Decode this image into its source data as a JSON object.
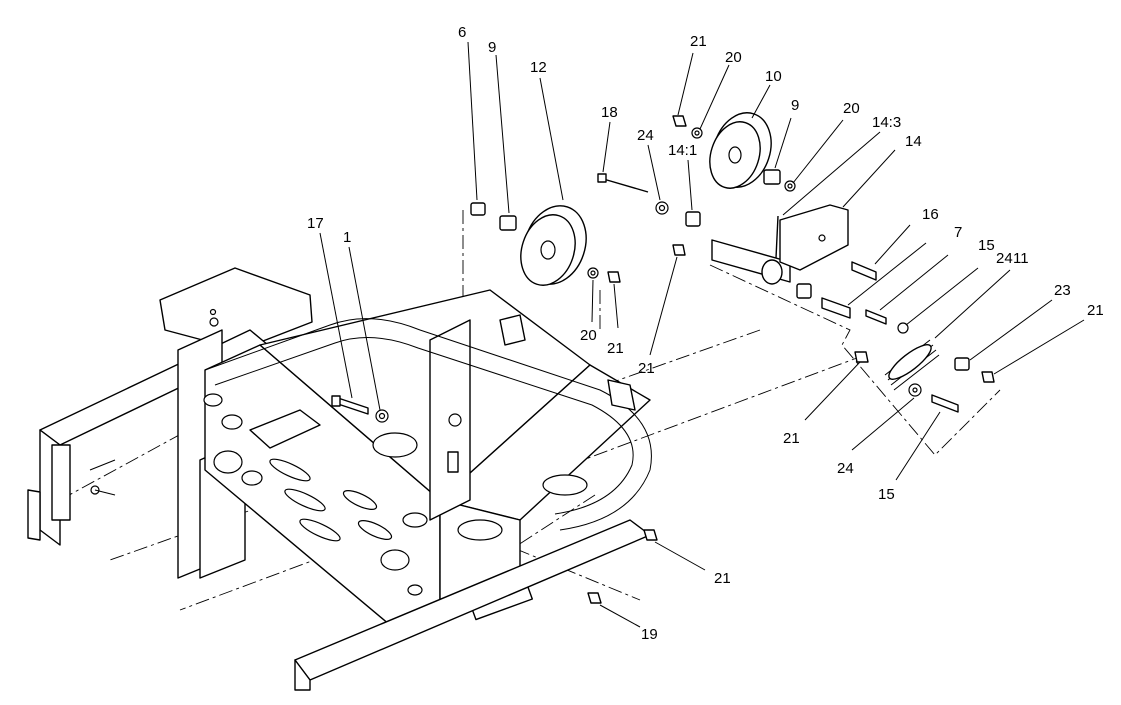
{
  "callouts": [
    {
      "label": "6"
    },
    {
      "label": "9"
    },
    {
      "label": "12"
    },
    {
      "label": "21"
    },
    {
      "label": "20"
    },
    {
      "label": "10"
    },
    {
      "label": "9"
    },
    {
      "label": "20"
    },
    {
      "label": "14:3"
    },
    {
      "label": "14"
    },
    {
      "label": "18"
    },
    {
      "label": "24"
    },
    {
      "label": "14:1"
    },
    {
      "label": "16"
    },
    {
      "label": "7"
    },
    {
      "label": "15"
    },
    {
      "label": "24"
    },
    {
      "label": "11"
    },
    {
      "label": "23"
    },
    {
      "label": "21"
    },
    {
      "label": "17"
    },
    {
      "label": "1"
    },
    {
      "label": "20"
    },
    {
      "label": "21"
    },
    {
      "label": "21"
    },
    {
      "label": "21"
    },
    {
      "label": "24"
    },
    {
      "label": "15"
    },
    {
      "label": "21"
    },
    {
      "label": "19"
    }
  ]
}
